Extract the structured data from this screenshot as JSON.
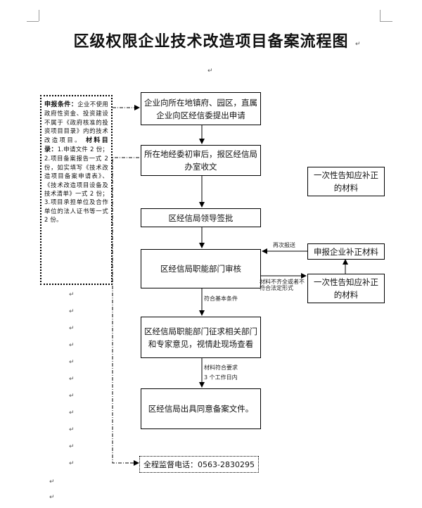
{
  "title": "区级权限企业技术改造项目备案流程图",
  "side_panel": {
    "heading1": "申报条件：",
    "text1": "企业不使用政府性资金、投资建设不属于《政府核准的投资项目目录》内的技术改造项目。",
    "heading2": "材料目录：",
    "text2": "1.申请文件 2 份；2.项目备案报告一式 2 份，如实填写《技术改造项目备案申请表》、《技术改造项目设备及技术清单》一式 2 份；3.项目承担单位及合作单位的法人证书等一式 2 份。"
  },
  "steps": [
    "企业向所在地镇府、园区，直属企业向区经信委提出申请",
    "所在地经委初审后，报区经信局办室收文",
    "区经信局领导签批",
    "区经信局职能部门审核",
    "区经信局职能部门征求相关部门和专家意见，视情赴现场查看",
    "区经信局出具同意备案文件。"
  ],
  "right_boxes": {
    "notice_top": "一次性告知应补正的材料",
    "resubmit": "申报企业补正材料",
    "notice_bottom": "一次性告知应补正的材料"
  },
  "labels": {
    "resubmit_again": "再次报送",
    "incomplete": "材料不齐全或者不符合法定形式",
    "meets_basic": "符合基本条件",
    "meets_req": "材料符合要求",
    "three_days": "3 个工作日内"
  },
  "hotline": "全程监督电话：0563-2830295"
}
